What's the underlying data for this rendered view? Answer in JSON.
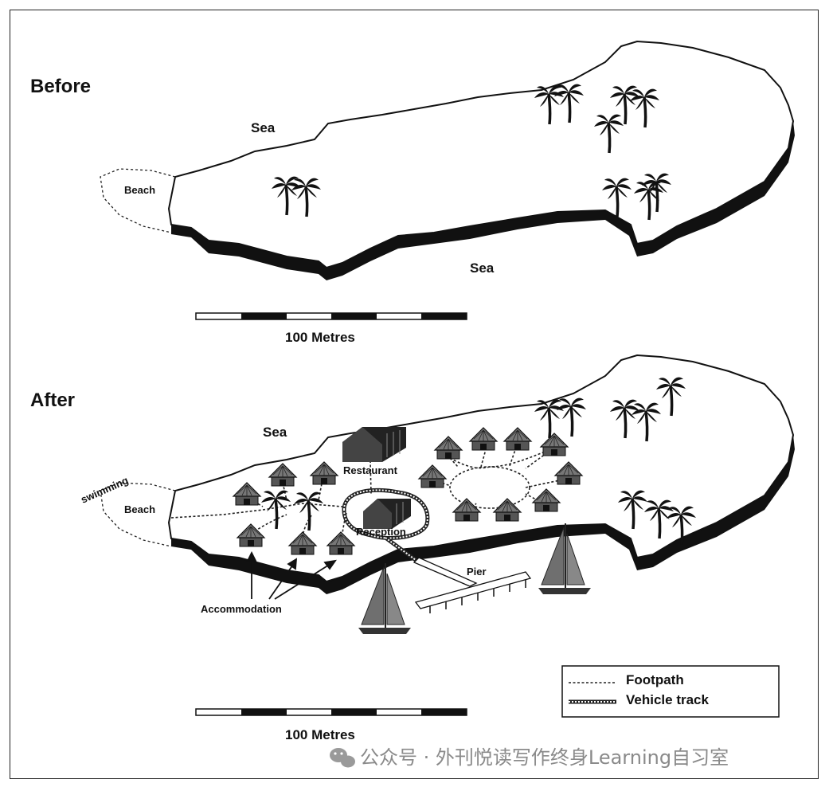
{
  "before": {
    "heading": "Before",
    "sea_top": "Sea",
    "sea_bottom": "Sea",
    "beach": "Beach",
    "scale": "100 Metres"
  },
  "after": {
    "heading": "After",
    "sea": "Sea",
    "swimming": "swimming",
    "beach": "Beach",
    "restaurant": "Restaurant",
    "reception": "Reception",
    "pier": "Pier",
    "accommodation": "Accommodation",
    "scale": "100 Metres"
  },
  "legend": {
    "footpath": "Footpath",
    "vehicle_track": "Vehicle track"
  },
  "watermark": "公众号 · 外刊悦读写作终身Learning自习室",
  "icons": [
    "palm-tree-icon",
    "hut-icon",
    "building-icon",
    "sailboat-icon",
    "wechat-icon"
  ]
}
